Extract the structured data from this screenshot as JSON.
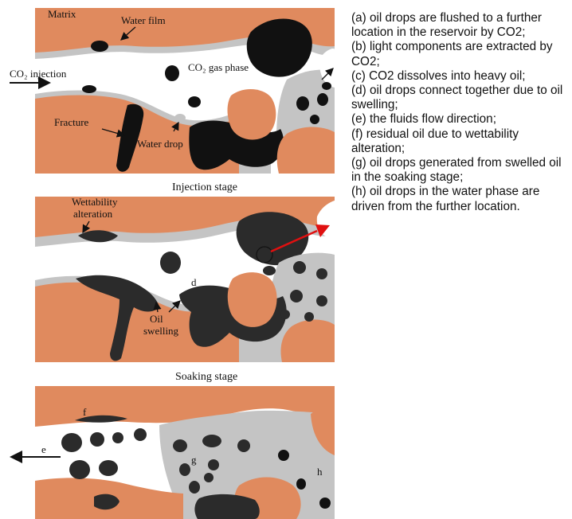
{
  "colors": {
    "matrix": "#E08A5E",
    "oil": "#2B2B2B",
    "water": "#C4C4C4",
    "gas": "#FFFFFF",
    "arrow_red": "#E01010"
  },
  "panels": {
    "injection": {
      "caption": "Injection stage",
      "labels": {
        "matrix": "Matrix",
        "water_film": "Water film",
        "gas_phase": "CO₂ gas phase",
        "injection": "CO₂ injection",
        "fracture": "Fracture",
        "water_drop": "Water drop"
      }
    },
    "soaking": {
      "caption": "Soaking stage",
      "labels": {
        "wettability_1": "Wettability",
        "wettability_2": "alteration",
        "d": "d",
        "oil_swelling_1": "Oil",
        "oil_swelling_2": "swelling"
      }
    },
    "production": {
      "labels": {
        "f": "f",
        "e": "e",
        "g": "g",
        "h": "h"
      }
    }
  },
  "legend": [
    "(a) oil drops are flushed to a further location in the reservoir by CO2;",
    "(b) light components are extracted by CO2;",
    "(c) CO2 dissolves into heavy oil;",
    "(d) oil drops connect together due to oil swelling;",
    "(e) the fluids flow direction;",
    "(f) residual oil due to wettability alteration;",
    "(g) oil drops generated from swelled oil in the soaking stage;",
    "(h) oil drops in the water phase are driven from the further location."
  ]
}
